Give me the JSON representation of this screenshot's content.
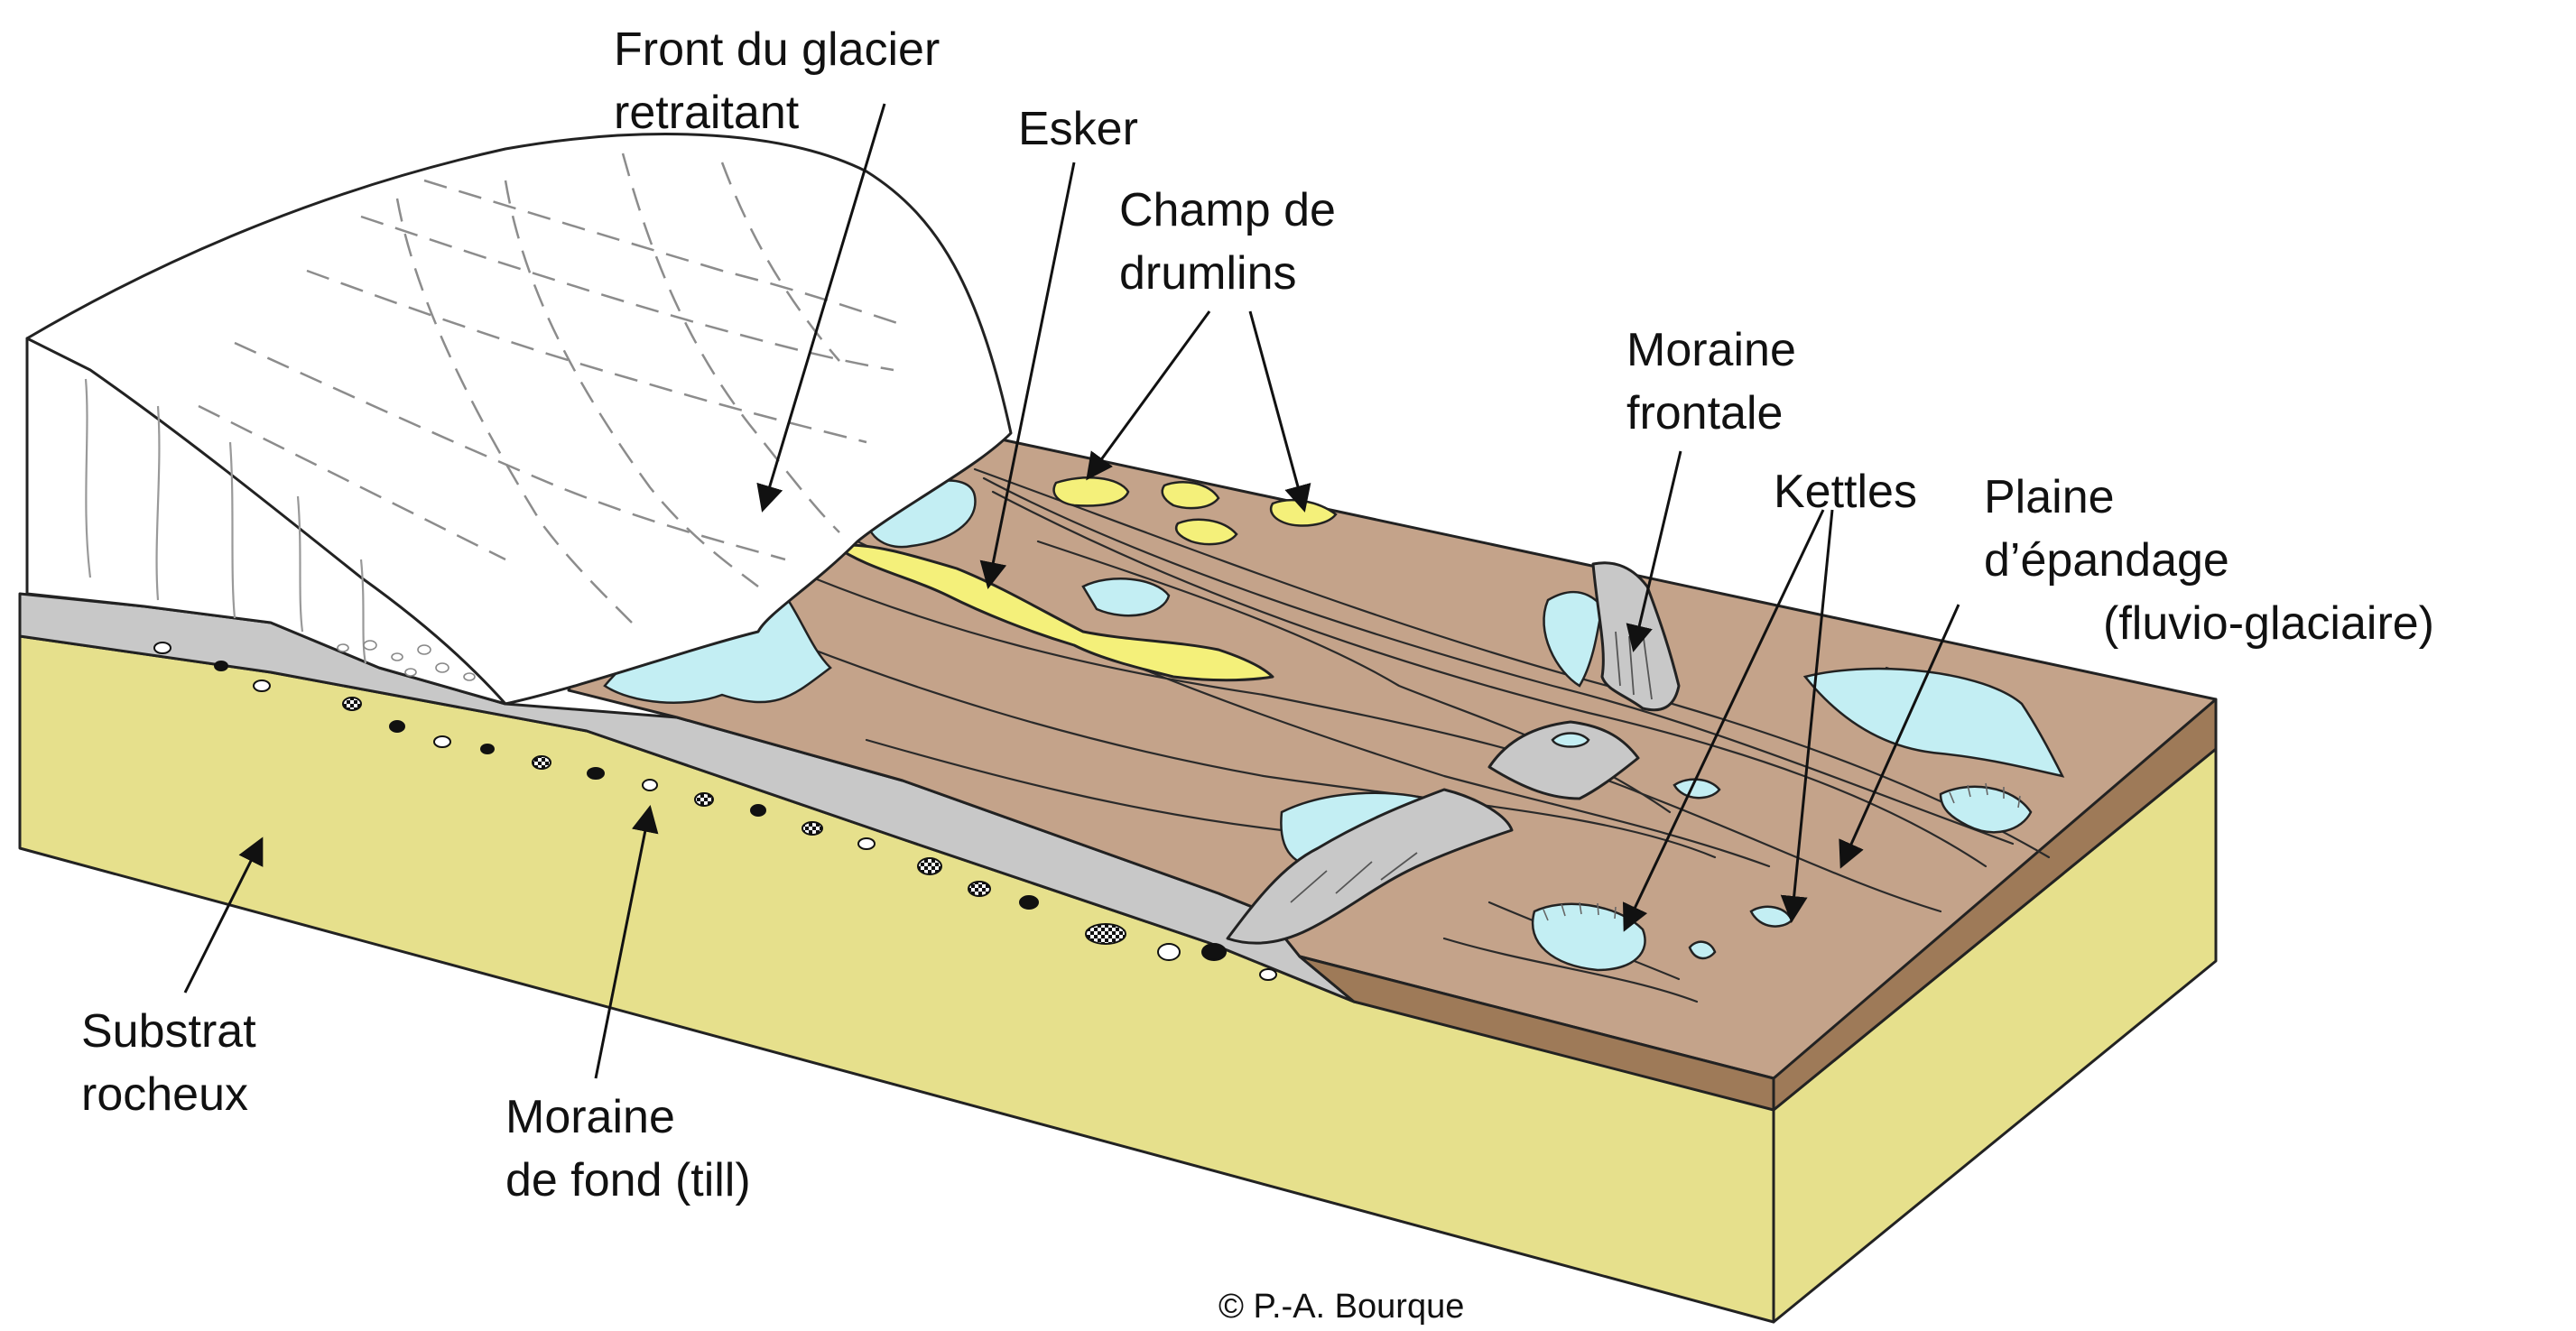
{
  "labels": {
    "glacier_front": [
      "Front du glacier",
      "retraitant"
    ],
    "esker": [
      "Esker"
    ],
    "drumlins": [
      "Champ de",
      "drumlins"
    ],
    "frontal_moraine": [
      "Moraine",
      "frontale"
    ],
    "kettles": [
      "Kettles"
    ],
    "outwash_plain": [
      "Plaine",
      "d’épandage",
      "(fluvio-glaciaire)"
    ],
    "bedrock": [
      "Substrat",
      "rocheux"
    ],
    "ground_moraine": [
      "Moraine",
      "de fond (till)"
    ]
  },
  "copyright": "© P.-A. Bourque",
  "colors": {
    "bedrock": "#E6E08C",
    "till": "#C8C8C8",
    "plain_top": "#C4A38A",
    "plain_edge": "#9E7A58",
    "water": "#C3EEF3",
    "esker": "#F4F07A",
    "ice": "#FFFFFF",
    "lines": "#222222"
  }
}
